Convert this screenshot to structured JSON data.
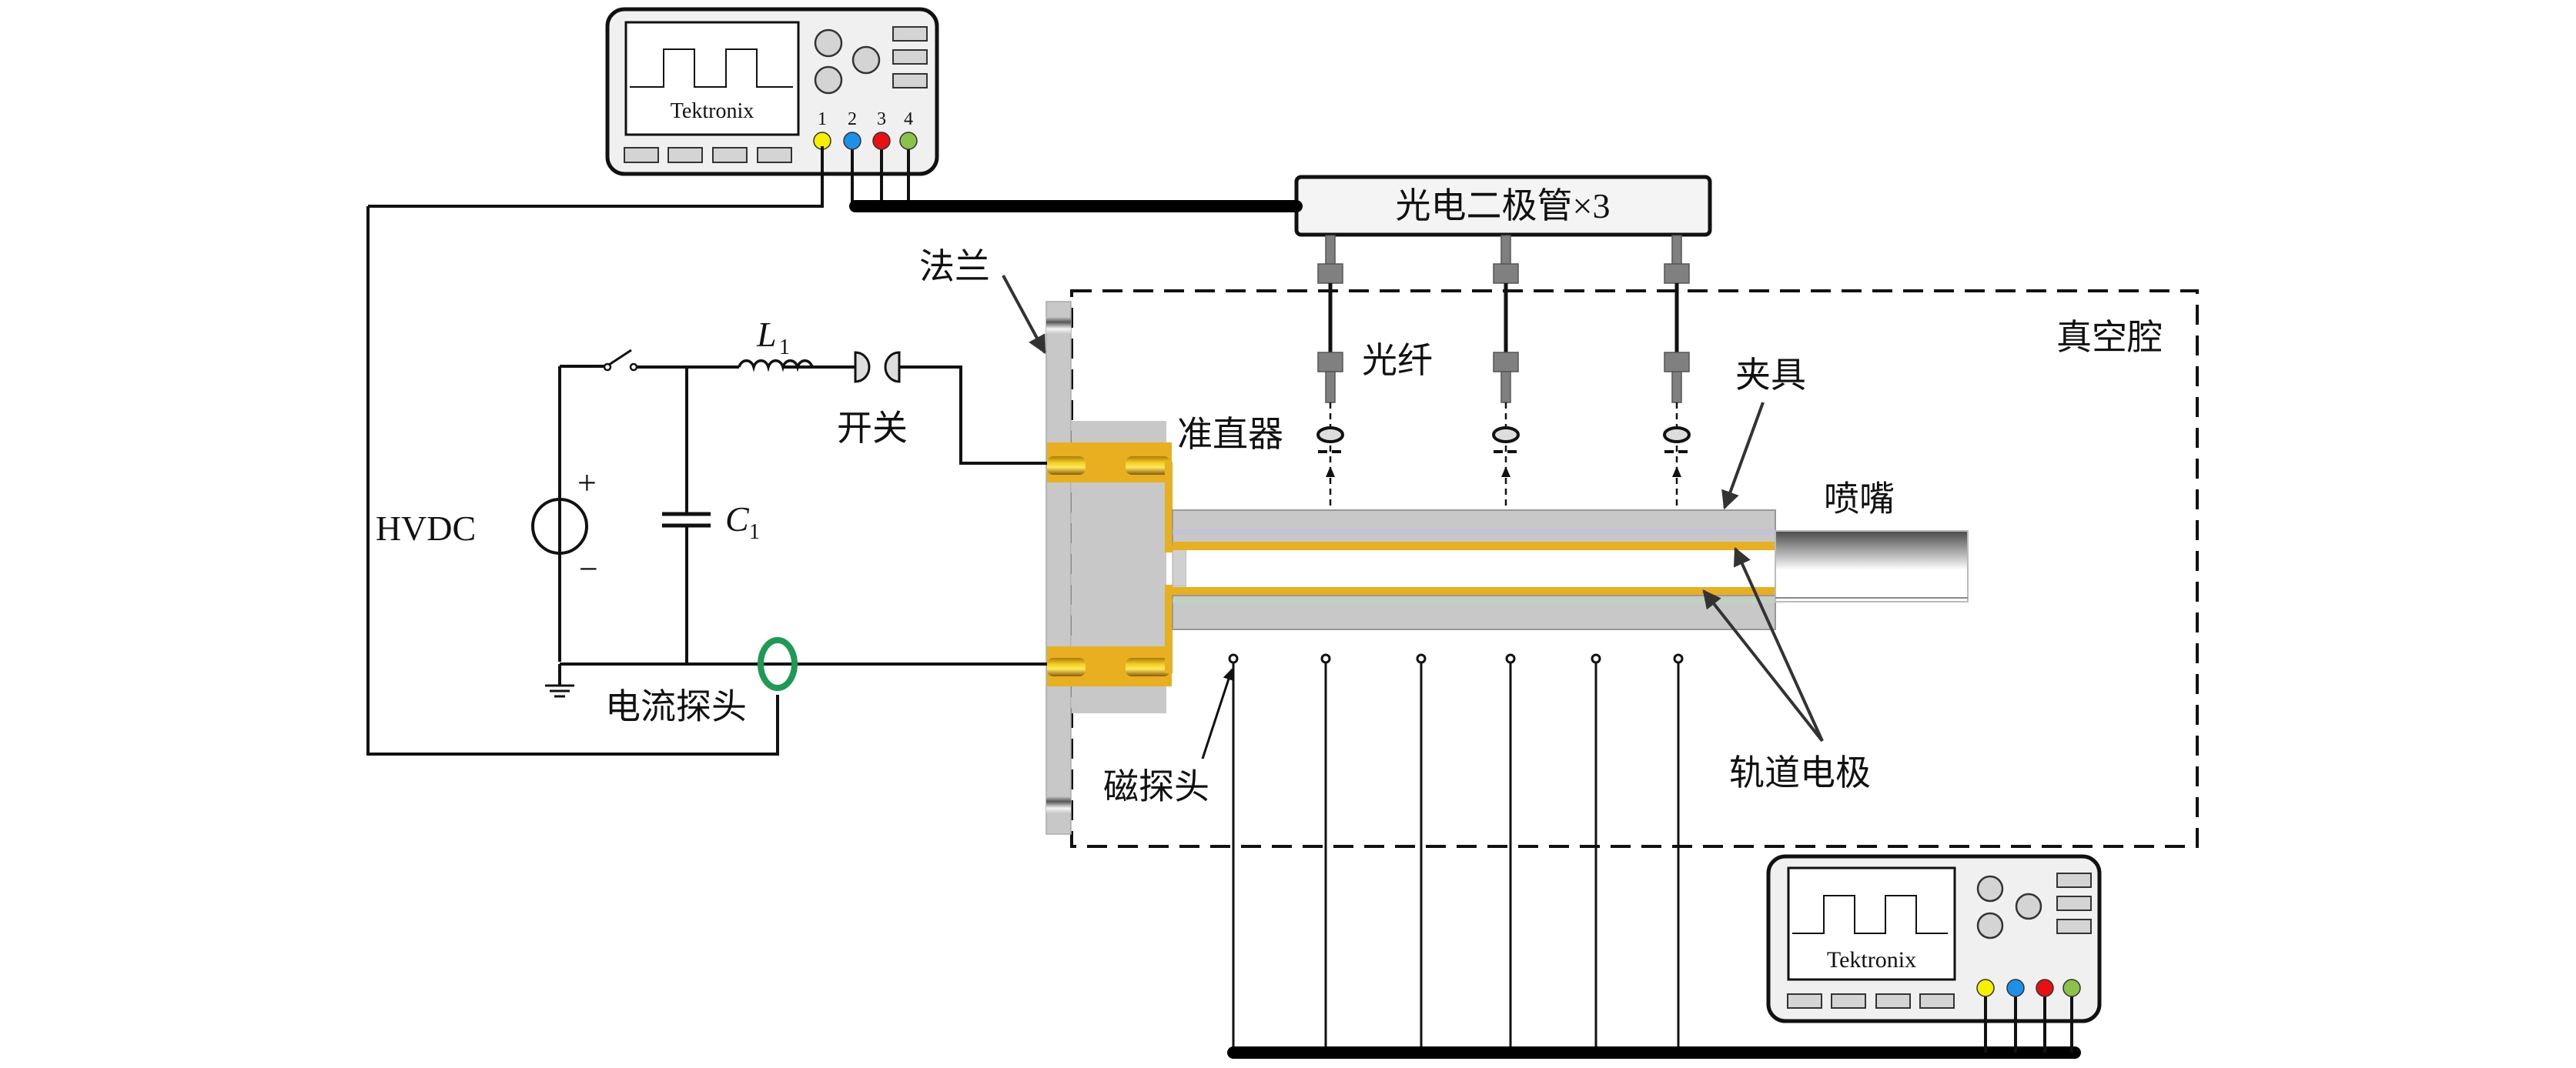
{
  "figure": {
    "description": "Experimental setup schematic of a coaxial/rail plasma gun with diagnostics",
    "labels": {
      "flange": "法兰",
      "vacuum_chamber": "真空腔",
      "collimator": "准直器",
      "optical_fiber": "光纤",
      "fixture": "夹具",
      "nozzle": "喷嘴",
      "rail_electrode": "轨道电极",
      "magnetic_probe": "磁探头",
      "current_probe": "电流探头",
      "switch": "开关",
      "photodiode_box": "光电二极管×3"
    },
    "circuit": {
      "source_label": "HVDC",
      "plus_sign": "+",
      "minus_sign": "−",
      "inductor_label": "L",
      "inductor_subscript": "1",
      "capacitor_label": "C",
      "capacitor_subscript": "1"
    },
    "oscilloscopes": [
      {
        "brand": "Tektronix",
        "channels": [
          {
            "number": "1",
            "color": "#f5f000"
          },
          {
            "number": "2",
            "color": "#1e90e8"
          },
          {
            "number": "3",
            "color": "#e81010"
          },
          {
            "number": "4",
            "color": "#8bc34a"
          }
        ],
        "show_channel_numbers": true
      },
      {
        "brand": "Tektronix",
        "channels": [
          {
            "number": "",
            "color": "#f5f000"
          },
          {
            "number": "",
            "color": "#1e90e8"
          },
          {
            "number": "",
            "color": "#e81010"
          },
          {
            "number": "",
            "color": "#8bc34a"
          }
        ],
        "show_channel_numbers": false
      }
    ],
    "counts": {
      "photodiodes": 3,
      "optical_fibers": 3,
      "magnetic_probes": 6
    },
    "colors": {
      "electrode_gold": "#e8b020",
      "insulator_gray": "#c8c8c8",
      "current_probe_ring": "#1f9a55",
      "connector_gray": "#808080"
    }
  }
}
